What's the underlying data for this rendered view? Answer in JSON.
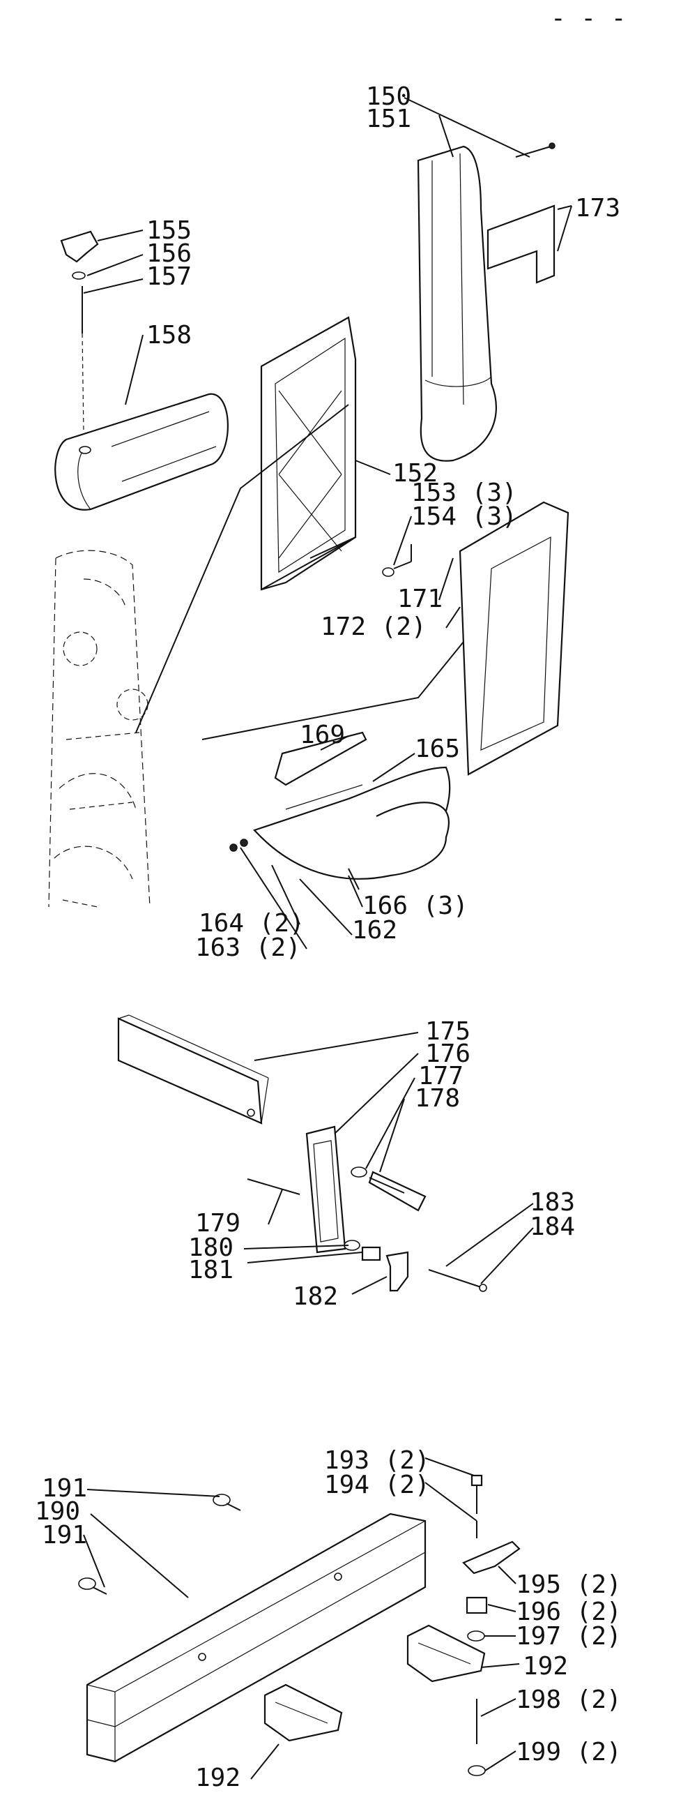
{
  "header": {
    "mark": "- - -"
  },
  "callouts": {
    "c150": "150",
    "c151": "151",
    "c155": "155",
    "c156": "156",
    "c157": "157",
    "c158": "158",
    "c173": "173",
    "c152": "152",
    "c153": "153 (3)",
    "c154": "154 (3)",
    "c171": "171",
    "c172": "172 (2)",
    "c169": "169",
    "c165": "165",
    "c166": "166 (3)",
    "c162": "162",
    "c164": "164 (2)",
    "c163": "163 (2)",
    "c175": "175",
    "c176": "176",
    "c177": "177",
    "c178": "178",
    "c179": "179",
    "c180": "180",
    "c181": "181",
    "c182": "182",
    "c183": "183",
    "c184": "184",
    "c193": "193 (2)",
    "c194": "194 (2)",
    "c191a": "191",
    "c190": "190",
    "c191b": "191",
    "c195": "195 (2)",
    "c196": "196 (2)",
    "c197": "197 (2)",
    "c192a": "192",
    "c198": "198 (2)",
    "c199": "199 (2)",
    "c192b": "192"
  }
}
